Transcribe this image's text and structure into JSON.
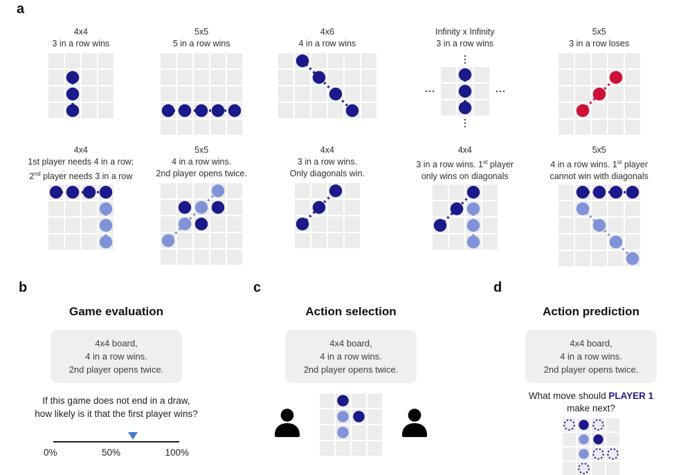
{
  "colors": {
    "player1_dark": "#1a1a8a",
    "player2_light": "#8092d8",
    "red_lose": "#ce1038",
    "board_cell": "#ececec",
    "slider_marker": "#4a7bc8",
    "highlight_text": "#1a1a8a",
    "ellipsis_dots": "#555555"
  },
  "panels": {
    "a": {
      "label": "a",
      "items": [
        {
          "caption": [
            "4x4",
            "3 in a row wins"
          ],
          "board": {
            "rows": 4,
            "cols": 4,
            "pieces": [
              {
                "r": 1,
                "c": 1,
                "color": "dark"
              },
              {
                "r": 2,
                "c": 1,
                "color": "dark"
              },
              {
                "r": 3,
                "c": 1,
                "color": "dark"
              }
            ],
            "lines": [
              {
                "from": [
                  1,
                  1
                ],
                "to": [
                  3,
                  1
                ],
                "color": "dark"
              }
            ]
          }
        },
        {
          "caption": [
            "5x5",
            "5 in a row wins"
          ],
          "board": {
            "rows": 5,
            "cols": 5,
            "pieces": [
              {
                "r": 3,
                "c": 0,
                "color": "dark"
              },
              {
                "r": 3,
                "c": 1,
                "color": "dark"
              },
              {
                "r": 3,
                "c": 2,
                "color": "dark"
              },
              {
                "r": 3,
                "c": 3,
                "color": "dark"
              },
              {
                "r": 3,
                "c": 4,
                "color": "dark"
              }
            ],
            "lines": [
              {
                "from": [
                  3,
                  0
                ],
                "to": [
                  3,
                  4
                ],
                "color": "dark"
              }
            ]
          }
        },
        {
          "caption": [
            "4x6",
            "4 in a row wins"
          ],
          "board": {
            "rows": 4,
            "cols": 6,
            "pieces": [
              {
                "r": 0,
                "c": 1,
                "color": "dark"
              },
              {
                "r": 1,
                "c": 2,
                "color": "dark"
              },
              {
                "r": 2,
                "c": 3,
                "color": "dark"
              },
              {
                "r": 3,
                "c": 4,
                "color": "dark"
              }
            ],
            "lines": [
              {
                "from": [
                  0,
                  1
                ],
                "to": [
                  3,
                  4
                ],
                "color": "dark"
              }
            ]
          }
        },
        {
          "caption": [
            "Infinity x Infinity",
            "3 in a row wins"
          ],
          "board": {
            "rows": 3,
            "cols": 3,
            "infinity": true,
            "pieces": [
              {
                "r": 0,
                "c": 1,
                "color": "dark"
              },
              {
                "r": 1,
                "c": 1,
                "color": "dark"
              },
              {
                "r": 2,
                "c": 1,
                "color": "dark"
              }
            ],
            "lines": [
              {
                "from": [
                  0,
                  1
                ],
                "to": [
                  2,
                  1
                ],
                "color": "dark"
              }
            ]
          }
        },
        {
          "caption": [
            "5x5",
            "3 in a row loses"
          ],
          "board": {
            "rows": 5,
            "cols": 5,
            "pieces": [
              {
                "r": 3,
                "c": 1,
                "color": "red"
              },
              {
                "r": 2,
                "c": 2,
                "color": "red"
              },
              {
                "r": 1,
                "c": 3,
                "color": "red"
              }
            ],
            "lines": [
              {
                "from": [
                  3,
                  1
                ],
                "to": [
                  1,
                  3
                ],
                "color": "red"
              }
            ]
          }
        },
        {
          "caption": [
            "4x4",
            "1st player needs 4 in a row;",
            "2^{nd} player needs 3 in a row"
          ],
          "board": {
            "rows": 4,
            "cols": 4,
            "pieces": [
              {
                "r": 0,
                "c": 0,
                "color": "dark"
              },
              {
                "r": 0,
                "c": 1,
                "color": "dark"
              },
              {
                "r": 0,
                "c": 2,
                "color": "dark"
              },
              {
                "r": 0,
                "c": 3,
                "color": "dark"
              },
              {
                "r": 1,
                "c": 3,
                "color": "light"
              },
              {
                "r": 2,
                "c": 3,
                "color": "light"
              },
              {
                "r": 3,
                "c": 3,
                "color": "light"
              }
            ],
            "lines": [
              {
                "from": [
                  0,
                  0
                ],
                "to": [
                  0,
                  3
                ],
                "color": "dark"
              },
              {
                "from": [
                  1,
                  3
                ],
                "to": [
                  3,
                  3
                ],
                "color": "light"
              }
            ]
          }
        },
        {
          "caption": [
            "5x5",
            "4 in a row wins.",
            "2nd player opens twice."
          ],
          "board": {
            "rows": 5,
            "cols": 5,
            "pieces": [
              {
                "r": 0,
                "c": 3,
                "color": "light"
              },
              {
                "r": 1,
                "c": 2,
                "color": "light"
              },
              {
                "r": 2,
                "c": 1,
                "color": "light"
              },
              {
                "r": 3,
                "c": 0,
                "color": "light"
              },
              {
                "r": 1,
                "c": 1,
                "color": "dark"
              },
              {
                "r": 1,
                "c": 3,
                "color": "dark"
              },
              {
                "r": 2,
                "c": 2,
                "color": "dark"
              }
            ],
            "lines": [
              {
                "from": [
                  3,
                  0
                ],
                "to": [
                  0,
                  3
                ],
                "color": "light"
              }
            ]
          }
        },
        {
          "caption": [
            "4x4",
            "3 in a row wins.",
            "Only diagonals win."
          ],
          "board": {
            "rows": 4,
            "cols": 4,
            "pieces": [
              {
                "r": 2,
                "c": 0,
                "color": "dark"
              },
              {
                "r": 1,
                "c": 1,
                "color": "dark"
              },
              {
                "r": 0,
                "c": 2,
                "color": "dark"
              }
            ],
            "lines": [
              {
                "from": [
                  2,
                  0
                ],
                "to": [
                  0,
                  2
                ],
                "color": "dark"
              }
            ]
          }
        },
        {
          "caption": [
            "4x4",
            "3 in a row wins. 1^{st} player",
            "only wins on diagonals"
          ],
          "board": {
            "rows": 4,
            "cols": 4,
            "pieces": [
              {
                "r": 2,
                "c": 0,
                "color": "dark"
              },
              {
                "r": 1,
                "c": 1,
                "color": "dark"
              },
              {
                "r": 0,
                "c": 2,
                "color": "dark"
              },
              {
                "r": 1,
                "c": 2,
                "color": "light"
              },
              {
                "r": 2,
                "c": 2,
                "color": "light"
              },
              {
                "r": 3,
                "c": 2,
                "color": "light"
              }
            ],
            "lines": [
              {
                "from": [
                  2,
                  0
                ],
                "to": [
                  0,
                  2
                ],
                "color": "dark"
              },
              {
                "from": [
                  1,
                  2
                ],
                "to": [
                  3,
                  2
                ],
                "color": "light"
              }
            ]
          }
        },
        {
          "caption": [
            "5x5",
            "4 in a row wins. 1^{st} player",
            "cannot win with diagonals"
          ],
          "board": {
            "rows": 5,
            "cols": 5,
            "pieces": [
              {
                "r": 0,
                "c": 1,
                "color": "dark"
              },
              {
                "r": 0,
                "c": 2,
                "color": "dark"
              },
              {
                "r": 0,
                "c": 3,
                "color": "dark"
              },
              {
                "r": 0,
                "c": 4,
                "color": "dark"
              },
              {
                "r": 1,
                "c": 1,
                "color": "light"
              },
              {
                "r": 2,
                "c": 2,
                "color": "light"
              },
              {
                "r": 3,
                "c": 3,
                "color": "light"
              },
              {
                "r": 4,
                "c": 4,
                "color": "light"
              }
            ],
            "lines": [
              {
                "from": [
                  0,
                  1
                ],
                "to": [
                  0,
                  4
                ],
                "color": "dark"
              },
              {
                "from": [
                  1,
                  1
                ],
                "to": [
                  4,
                  4
                ],
                "color": "light"
              }
            ]
          }
        }
      ]
    },
    "b": {
      "label": "b",
      "title": "Game evaluation",
      "box_lines": [
        "4x4 board,",
        "4 in a row wins.",
        "2nd player opens twice."
      ],
      "question_lines": [
        "If this game does not end in a draw,",
        "how likely is it that the first player wins?"
      ],
      "slider": {
        "value_percent": 63,
        "tick_labels": [
          "0%",
          "50%",
          "100%"
        ]
      }
    },
    "c": {
      "label": "c",
      "title": "Action selection",
      "box_lines": [
        "4x4 board,",
        "4 in a row wins.",
        "2nd player opens twice."
      ],
      "board": {
        "rows": 4,
        "cols": 4,
        "cell": 21,
        "radius": 8.3,
        "pieces": [
          {
            "r": 0,
            "c": 1,
            "color": "dark"
          },
          {
            "r": 1,
            "c": 1,
            "color": "light"
          },
          {
            "r": 1,
            "c": 2,
            "color": "dark"
          },
          {
            "r": 2,
            "c": 1,
            "color": "light"
          }
        ]
      }
    },
    "d": {
      "label": "d",
      "title": "Action prediction",
      "box_lines": [
        "4x4 board,",
        "4 in a row wins.",
        "2nd player opens twice."
      ],
      "question": {
        "prefix": "What move should ",
        "highlight": "PLAYER 1",
        "line2": "make next?"
      },
      "board": {
        "rows": 4,
        "cols": 4,
        "cell": 19,
        "radius": 7.2,
        "pieces": [
          {
            "r": 0,
            "c": 0,
            "color": "open"
          },
          {
            "r": 0,
            "c": 1,
            "color": "dark"
          },
          {
            "r": 0,
            "c": 2,
            "color": "open"
          },
          {
            "r": 1,
            "c": 1,
            "color": "light"
          },
          {
            "r": 1,
            "c": 2,
            "color": "dark"
          },
          {
            "r": 2,
            "c": 1,
            "color": "light"
          },
          {
            "r": 2,
            "c": 2,
            "color": "open"
          },
          {
            "r": 2,
            "c": 3,
            "color": "open"
          },
          {
            "r": 3,
            "c": 1,
            "color": "open"
          }
        ]
      }
    }
  }
}
